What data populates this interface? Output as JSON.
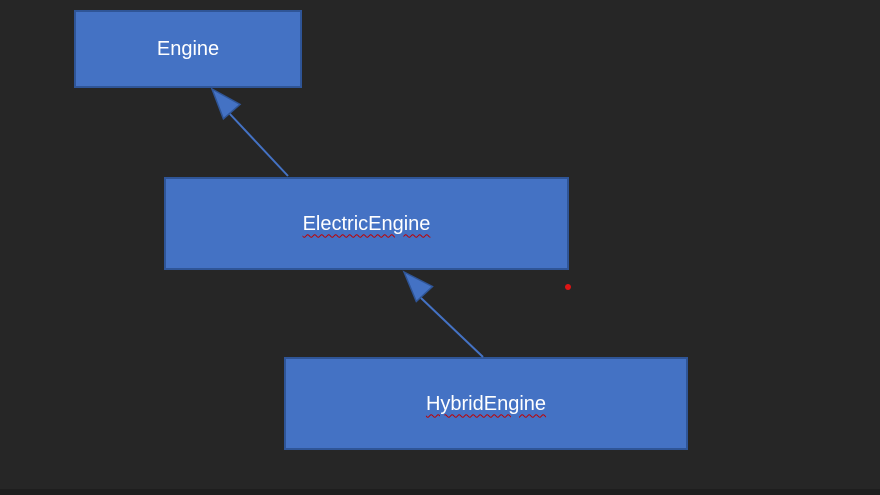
{
  "canvas": {
    "background_color": "#262626",
    "bottom_strip_color": "#1e1e1e"
  },
  "diagram": {
    "type": "inheritance-diagram",
    "nodes": [
      {
        "id": "engine",
        "label": "Engine",
        "misspelled": false
      },
      {
        "id": "electricengine",
        "label": "ElectricEngine",
        "misspelled": true
      },
      {
        "id": "hybridengine",
        "label": "HybridEngine",
        "misspelled": true
      }
    ],
    "edges": [
      {
        "from": "ElectricEngine",
        "to": "Engine",
        "style": "arrow"
      },
      {
        "from": "HybridEngine",
        "to": "ElectricEngine",
        "style": "arrow"
      }
    ],
    "colors": {
      "node_fill": "#4472C4",
      "node_border": "#2F5597",
      "arrow_line": "#4472C4",
      "arrowhead_fill": "#4472C4",
      "arrowhead_border": "#2F5597",
      "label_text": "#FFFFFF",
      "spellcheck_underline": "#C00000",
      "marker_dot": "#DE1414"
    },
    "marker_dot_present": true
  }
}
